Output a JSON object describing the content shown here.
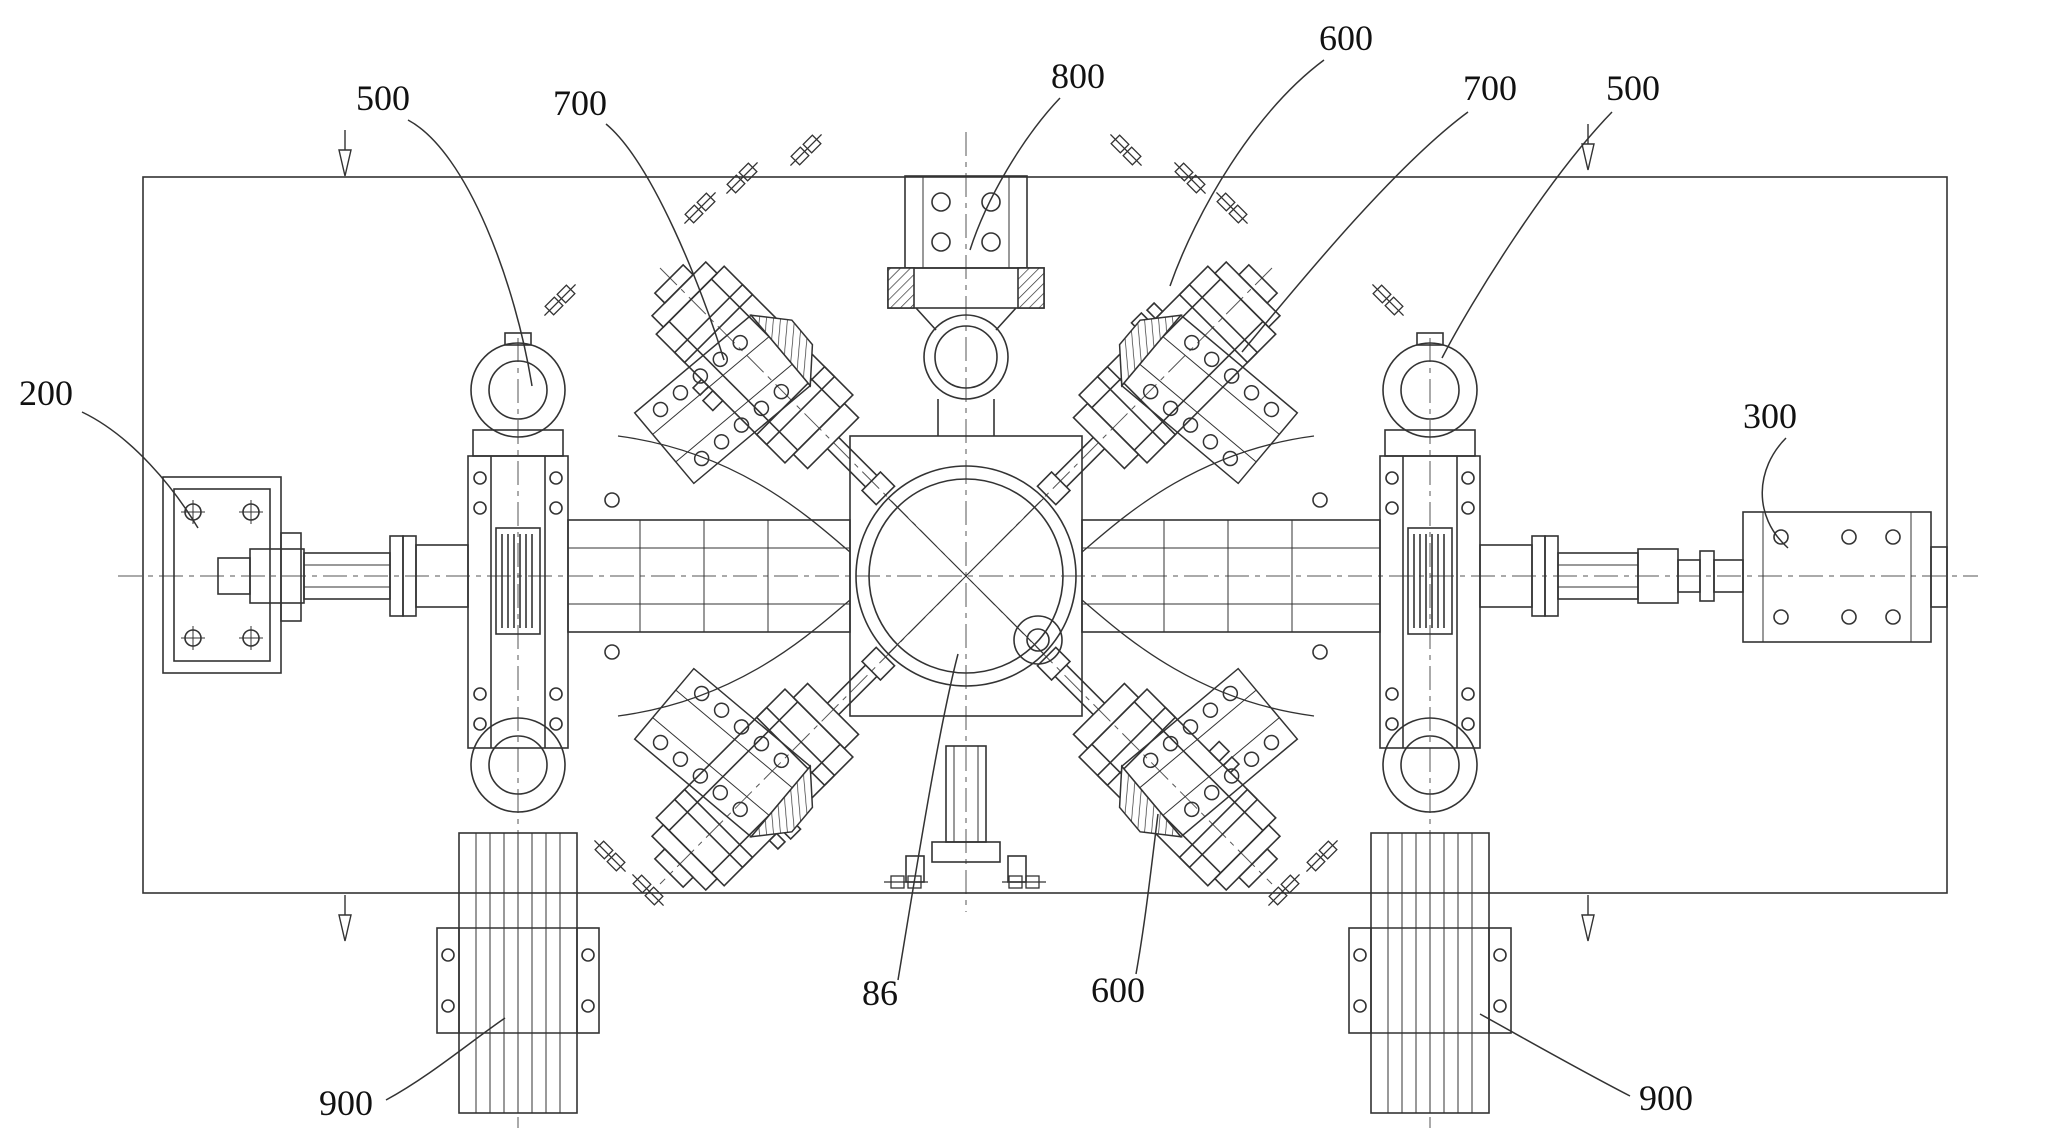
{
  "figure": {
    "background_color": "#ffffff",
    "line_color": "#333333",
    "label_color": "#111111",
    "reference_labels": {
      "ref_500_top_left": "500",
      "ref_700_top_left": "700",
      "ref_800_top": "800",
      "ref_600_top_right": "600",
      "ref_700_top_right": "700",
      "ref_500_top_right": "500",
      "ref_200_left": "200",
      "ref_300_right": "300",
      "ref_86_bottom_center": "86",
      "ref_600_bottom_right": "600",
      "ref_900_bottom_left": "900",
      "ref_900_bottom_right": "900"
    }
  }
}
